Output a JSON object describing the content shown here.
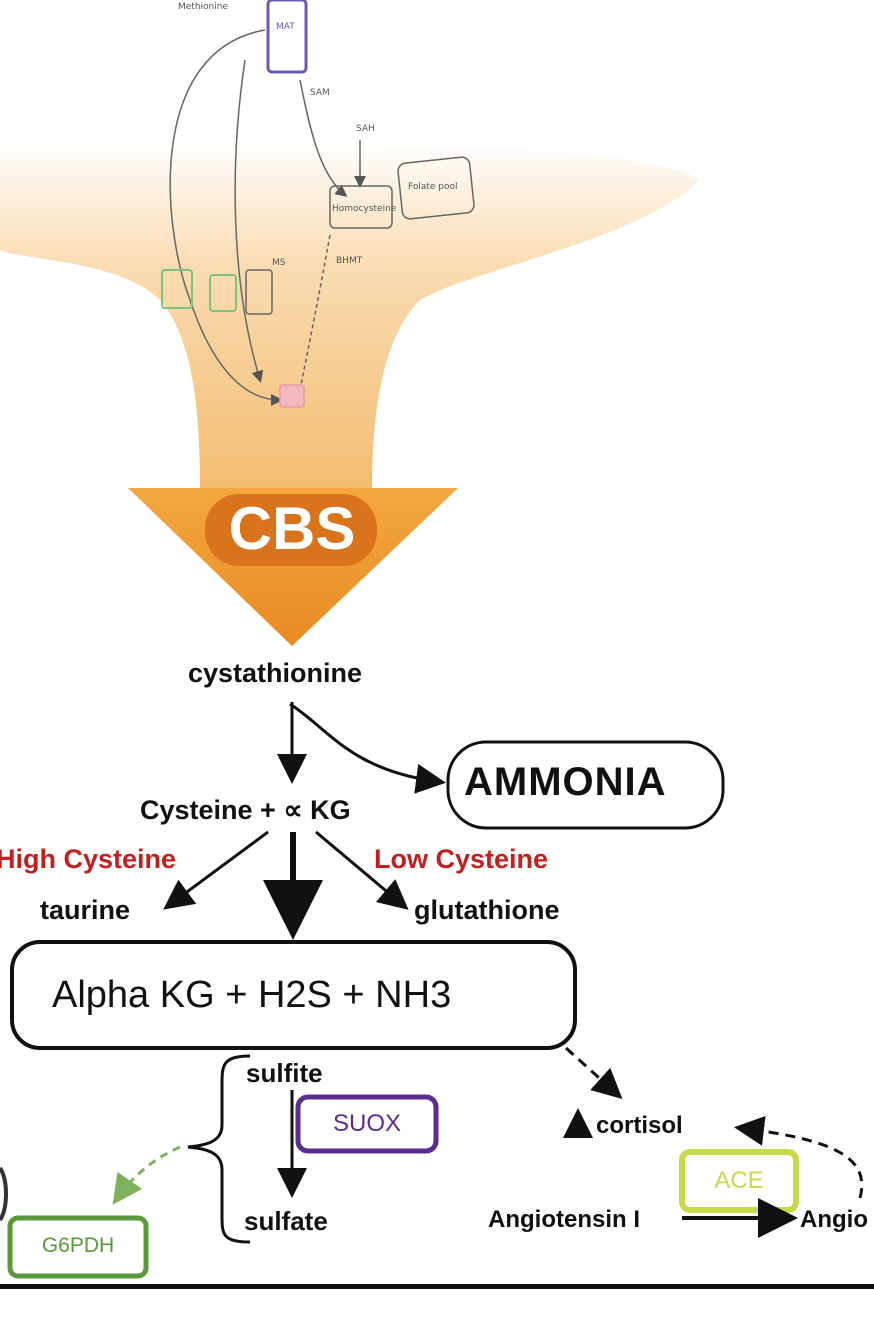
{
  "upper_pathway": {
    "labels": {
      "methionine": "Methionine",
      "mat": "MAT",
      "sam": "SAM",
      "small_top": "SAH",
      "homocysteine": "Homocysteine",
      "folate": "Folate pool",
      "bhmt": "BHMT",
      "small_mid": "MS"
    }
  },
  "enzyme": {
    "cbs": "CBS"
  },
  "nodes": {
    "cystathionine": "cystathionine",
    "ammonia": "AMMONIA",
    "cysteine": "Cysteine + ∝ KG",
    "high_cysteine": "High Cysteine",
    "low_cysteine": "Low Cysteine",
    "taurine": "taurine",
    "glutathione": "glutathione",
    "products": "Alpha KG + H2S + NH3",
    "sulfite": "sulfite",
    "suox": "SUOX",
    "sulfate": "sulfate",
    "g6pdh": "G6PDH",
    "cortisol": "cortisol",
    "ace": "ACE",
    "angiotensin": "Angiotensin I",
    "angio_cut": "Angio"
  },
  "colors": {
    "funnel": "#f7c98a",
    "cbs_arrow": "#f0a030",
    "red_text": "#c0211f",
    "suox": "#5b2d8e",
    "g6pdh": "#5a9a3a",
    "ace": "#c7d94a"
  }
}
